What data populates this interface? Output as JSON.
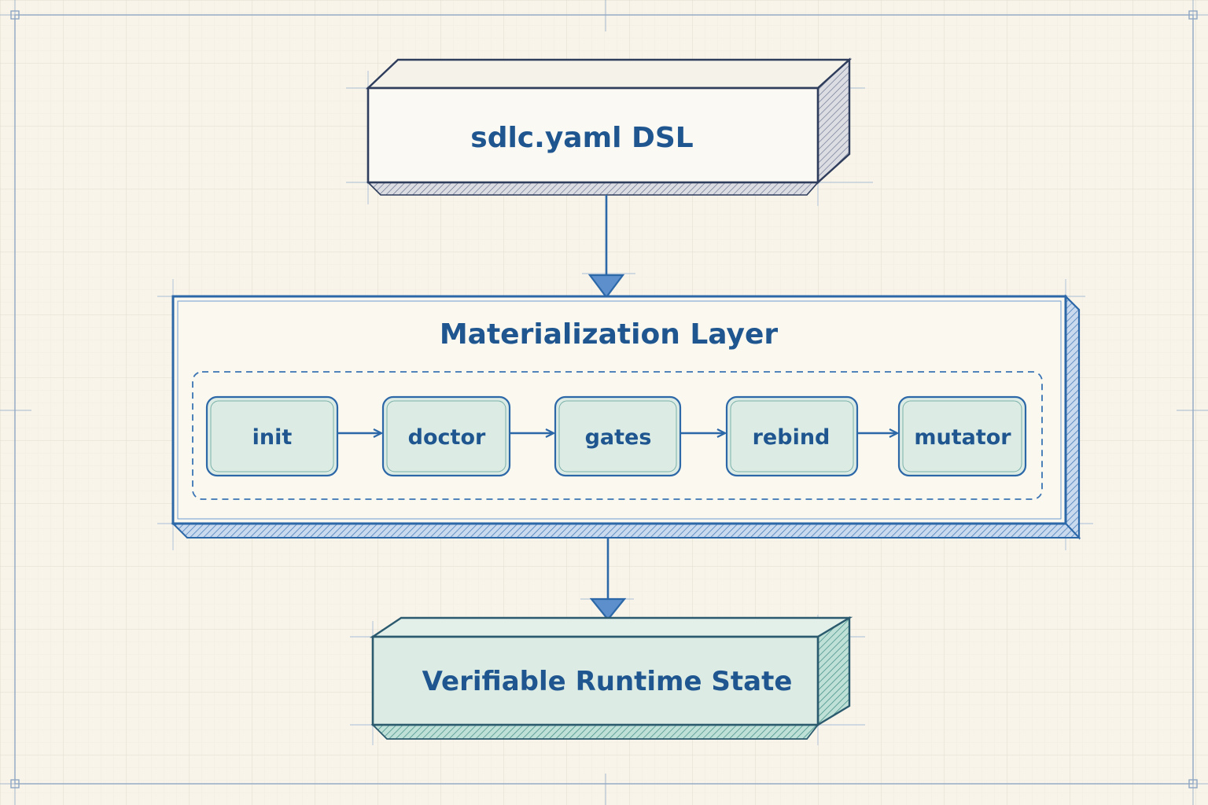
{
  "nodes": {
    "source": {
      "label": "sdlc.yaml DSL"
    },
    "layer": {
      "title": "Materialization Layer",
      "steps": [
        "init",
        "doctor",
        "gates",
        "rebind",
        "mutator"
      ]
    },
    "target": {
      "label": "Verifiable Runtime State"
    }
  },
  "colors": {
    "paper": "#f8f4ea",
    "grid": "#e3dfd2",
    "ink_navy": "#2f3d5c",
    "ink_blue": "#2c68a8",
    "label_blue": "#1f5690",
    "teal": "#3f8e8a",
    "step_fill": "#dcece4",
    "target_fill": "#dcece4"
  }
}
